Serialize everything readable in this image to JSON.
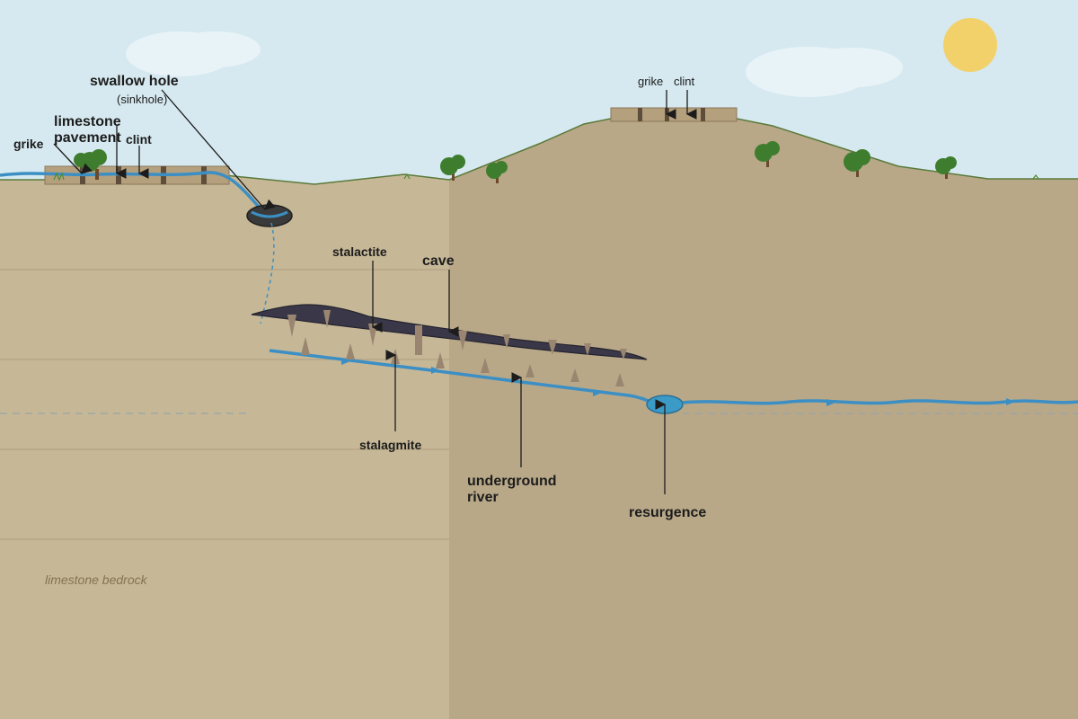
{
  "labels": {
    "swallow_hole": "swallow hole",
    "sinkhole": "(sinkhole)",
    "limestone_pavement_line1": "limestone",
    "limestone_pavement_line2": "pavement",
    "grike_left": "grike",
    "clint_left": "clint",
    "grike_right": "grike",
    "clint_right": "clint",
    "stalactite": "stalactite",
    "cave": "cave",
    "stalagmite": "stalagmite",
    "underground_river_line1": "underground",
    "underground_river_line2": "river",
    "resurgence": "resurgence",
    "limestone_bedrock": "limestone bedrock"
  },
  "colors": {
    "sky": "#d6e9f0",
    "ground_left": "#c6b797",
    "ground_right": "#b8a888",
    "river": "#3c8fc4",
    "cave": "#3a3848",
    "tree": "#3f7d2e",
    "sun": "#f2d16b",
    "pavement": "#b5a07e",
    "grike": "#5e4d3b",
    "formation": "#9a8670"
  },
  "icons": {
    "sun": "sun-icon",
    "cloud": "cloud-icon",
    "tree": "tree-icon"
  }
}
